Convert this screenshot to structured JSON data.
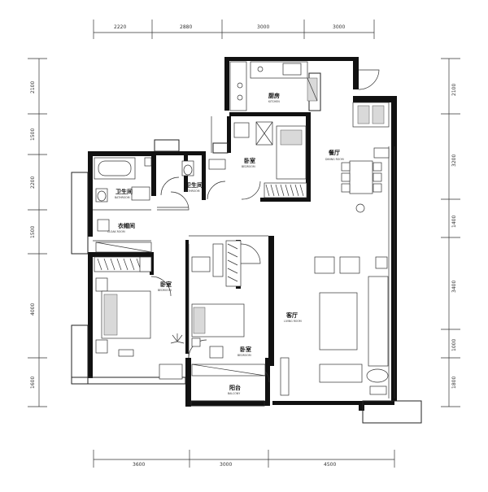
{
  "dimensions": {
    "top": [
      "2220",
      "2880",
      "3000",
      "3000"
    ],
    "bottom": [
      "3600",
      "3000",
      "4500"
    ],
    "left": [
      "2100",
      "1500",
      "2200",
      "1500",
      "4000",
      "1600"
    ],
    "right": [
      "2100",
      "3200",
      "1400",
      "3400",
      "1000",
      "1800"
    ]
  },
  "rooms": {
    "kitchen": {
      "name": "厨房",
      "sub": "KITCHEN"
    },
    "dining": {
      "name": "餐厅",
      "sub": "DINING ROOM"
    },
    "bedroom_north": {
      "name": "卧室",
      "sub": "BEDROOM"
    },
    "bath_main": {
      "name": "卫生间",
      "sub": "BATHROOM"
    },
    "bath_second": {
      "name": "卫生间",
      "sub": "BATHROOM"
    },
    "walkin": {
      "name": "衣帽间",
      "sub": "CLOAK ROOM"
    },
    "master_bedroom": {
      "name": "卧室",
      "sub": "BEDROOM"
    },
    "second_bedroom": {
      "name": "卧室",
      "sub": "BEDROOM"
    },
    "living": {
      "name": "客厅",
      "sub": "LIVING ROOM"
    },
    "balcony": {
      "name": "阳台",
      "sub": "BALCONY"
    }
  }
}
